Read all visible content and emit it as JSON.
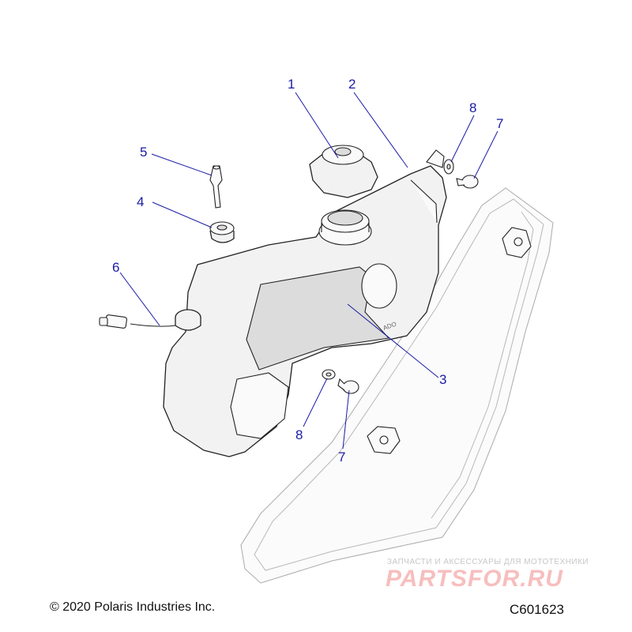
{
  "callouts": {
    "c1": "1",
    "c2": "2",
    "c3": "3",
    "c4": "4",
    "c5": "5",
    "c6": "6",
    "c7a": "7",
    "c7b": "7",
    "c8a": "8",
    "c8b": "8"
  },
  "footer": {
    "copyright": "© 2020 Polaris Industries Inc.",
    "figure_id": "C601623"
  },
  "watermark": {
    "tagline": "ЗАПЧАСТИ И АКСЕССУАРЫ ДЛЯ МОТОТЕХНИКИ",
    "brand": "PARTSFOR.RU"
  },
  "colors": {
    "callout": "#1a1aa6",
    "watermark": "#f28a8a"
  }
}
